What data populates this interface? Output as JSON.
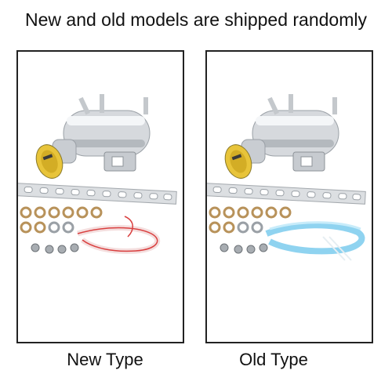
{
  "headline": "New and old models are shipped randomly",
  "panels": [
    {
      "caption": "New Type",
      "hose_color": "red-white"
    },
    {
      "caption": "Old Type",
      "hose_color": "light-blue"
    }
  ],
  "colors": {
    "border": "#222222",
    "cap": "#e8c43a",
    "chrome": "#d6d9dd",
    "hose_new_stripe": "#d94040",
    "hose_old": "#8fd3f0",
    "clamp": "#b8925a"
  }
}
